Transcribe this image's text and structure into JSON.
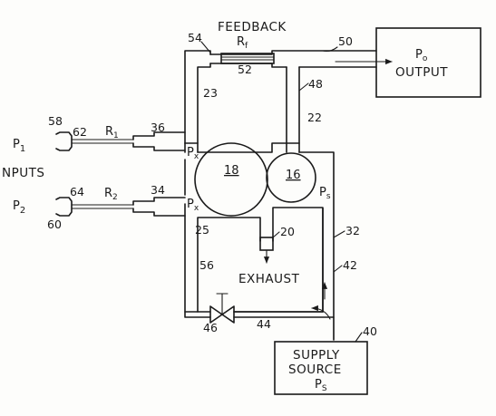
{
  "labels": {
    "feedback": "FEEDBACK",
    "rf_main": "R",
    "rf_sub": "f",
    "output_p": "P",
    "output_sub": "o",
    "output": "OUTPUT",
    "p1_main": "P",
    "p1_sub": "1",
    "inputs": "NPUTS",
    "p2_main": "P",
    "p2_sub": "2",
    "r1_main": "R",
    "r1_sub": "1",
    "r2_main": "R",
    "r2_sub": "2",
    "px_top_main": "P",
    "px_top_sub": "x",
    "px_bot_main": "P",
    "px_bot_sub": "x",
    "ps_main": "P",
    "ps_sub": "s",
    "exhaust": "EXHAUST",
    "supply": "SUPPLY",
    "source": "SOURCE",
    "ps_source_main": "P",
    "ps_source_sub": "S"
  },
  "refs": {
    "r54": "54",
    "r52": "52",
    "r50": "50",
    "r23": "23",
    "r48": "48",
    "r22": "22",
    "r58": "58",
    "r62": "62",
    "r36": "36",
    "r18": "18",
    "r16": "16",
    "r64": "64",
    "r34": "34",
    "r60": "60",
    "r25": "25",
    "r20": "20",
    "r32": "32",
    "r56": "56",
    "r42": "42",
    "r46": "46",
    "r44": "44",
    "r40": "40"
  }
}
